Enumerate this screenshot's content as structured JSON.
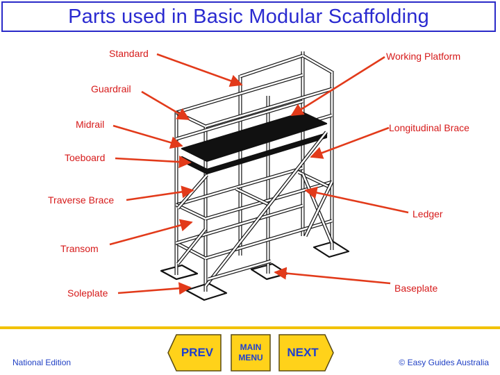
{
  "title": "Parts used in Basic Modular Scaffolding",
  "labels": {
    "standard": "Standard",
    "guardrail": "Guardrail",
    "midrail": "Midrail",
    "toeboard": "Toeboard",
    "traverse_brace": "Traverse Brace",
    "transom": "Transom",
    "soleplate": "Soleplate",
    "working_platform": "Working Platform",
    "longitudinal_brace": "Longitudinal Brace",
    "ledger": "Ledger",
    "baseplate": "Baseplate"
  },
  "nav": {
    "prev": "PREV",
    "main_menu_line1": "MAIN",
    "main_menu_line2": "MENU",
    "next": "NEXT"
  },
  "footer": {
    "left": "National Edition",
    "right": "© Easy Guides Australia"
  },
  "colors": {
    "title_text": "#2a2ad0",
    "label_text": "#d61a1a",
    "arrow": "#e23a1a",
    "rule": "#f2c200",
    "button_fill": "#ffd21a",
    "button_text": "#1d3fcf"
  }
}
